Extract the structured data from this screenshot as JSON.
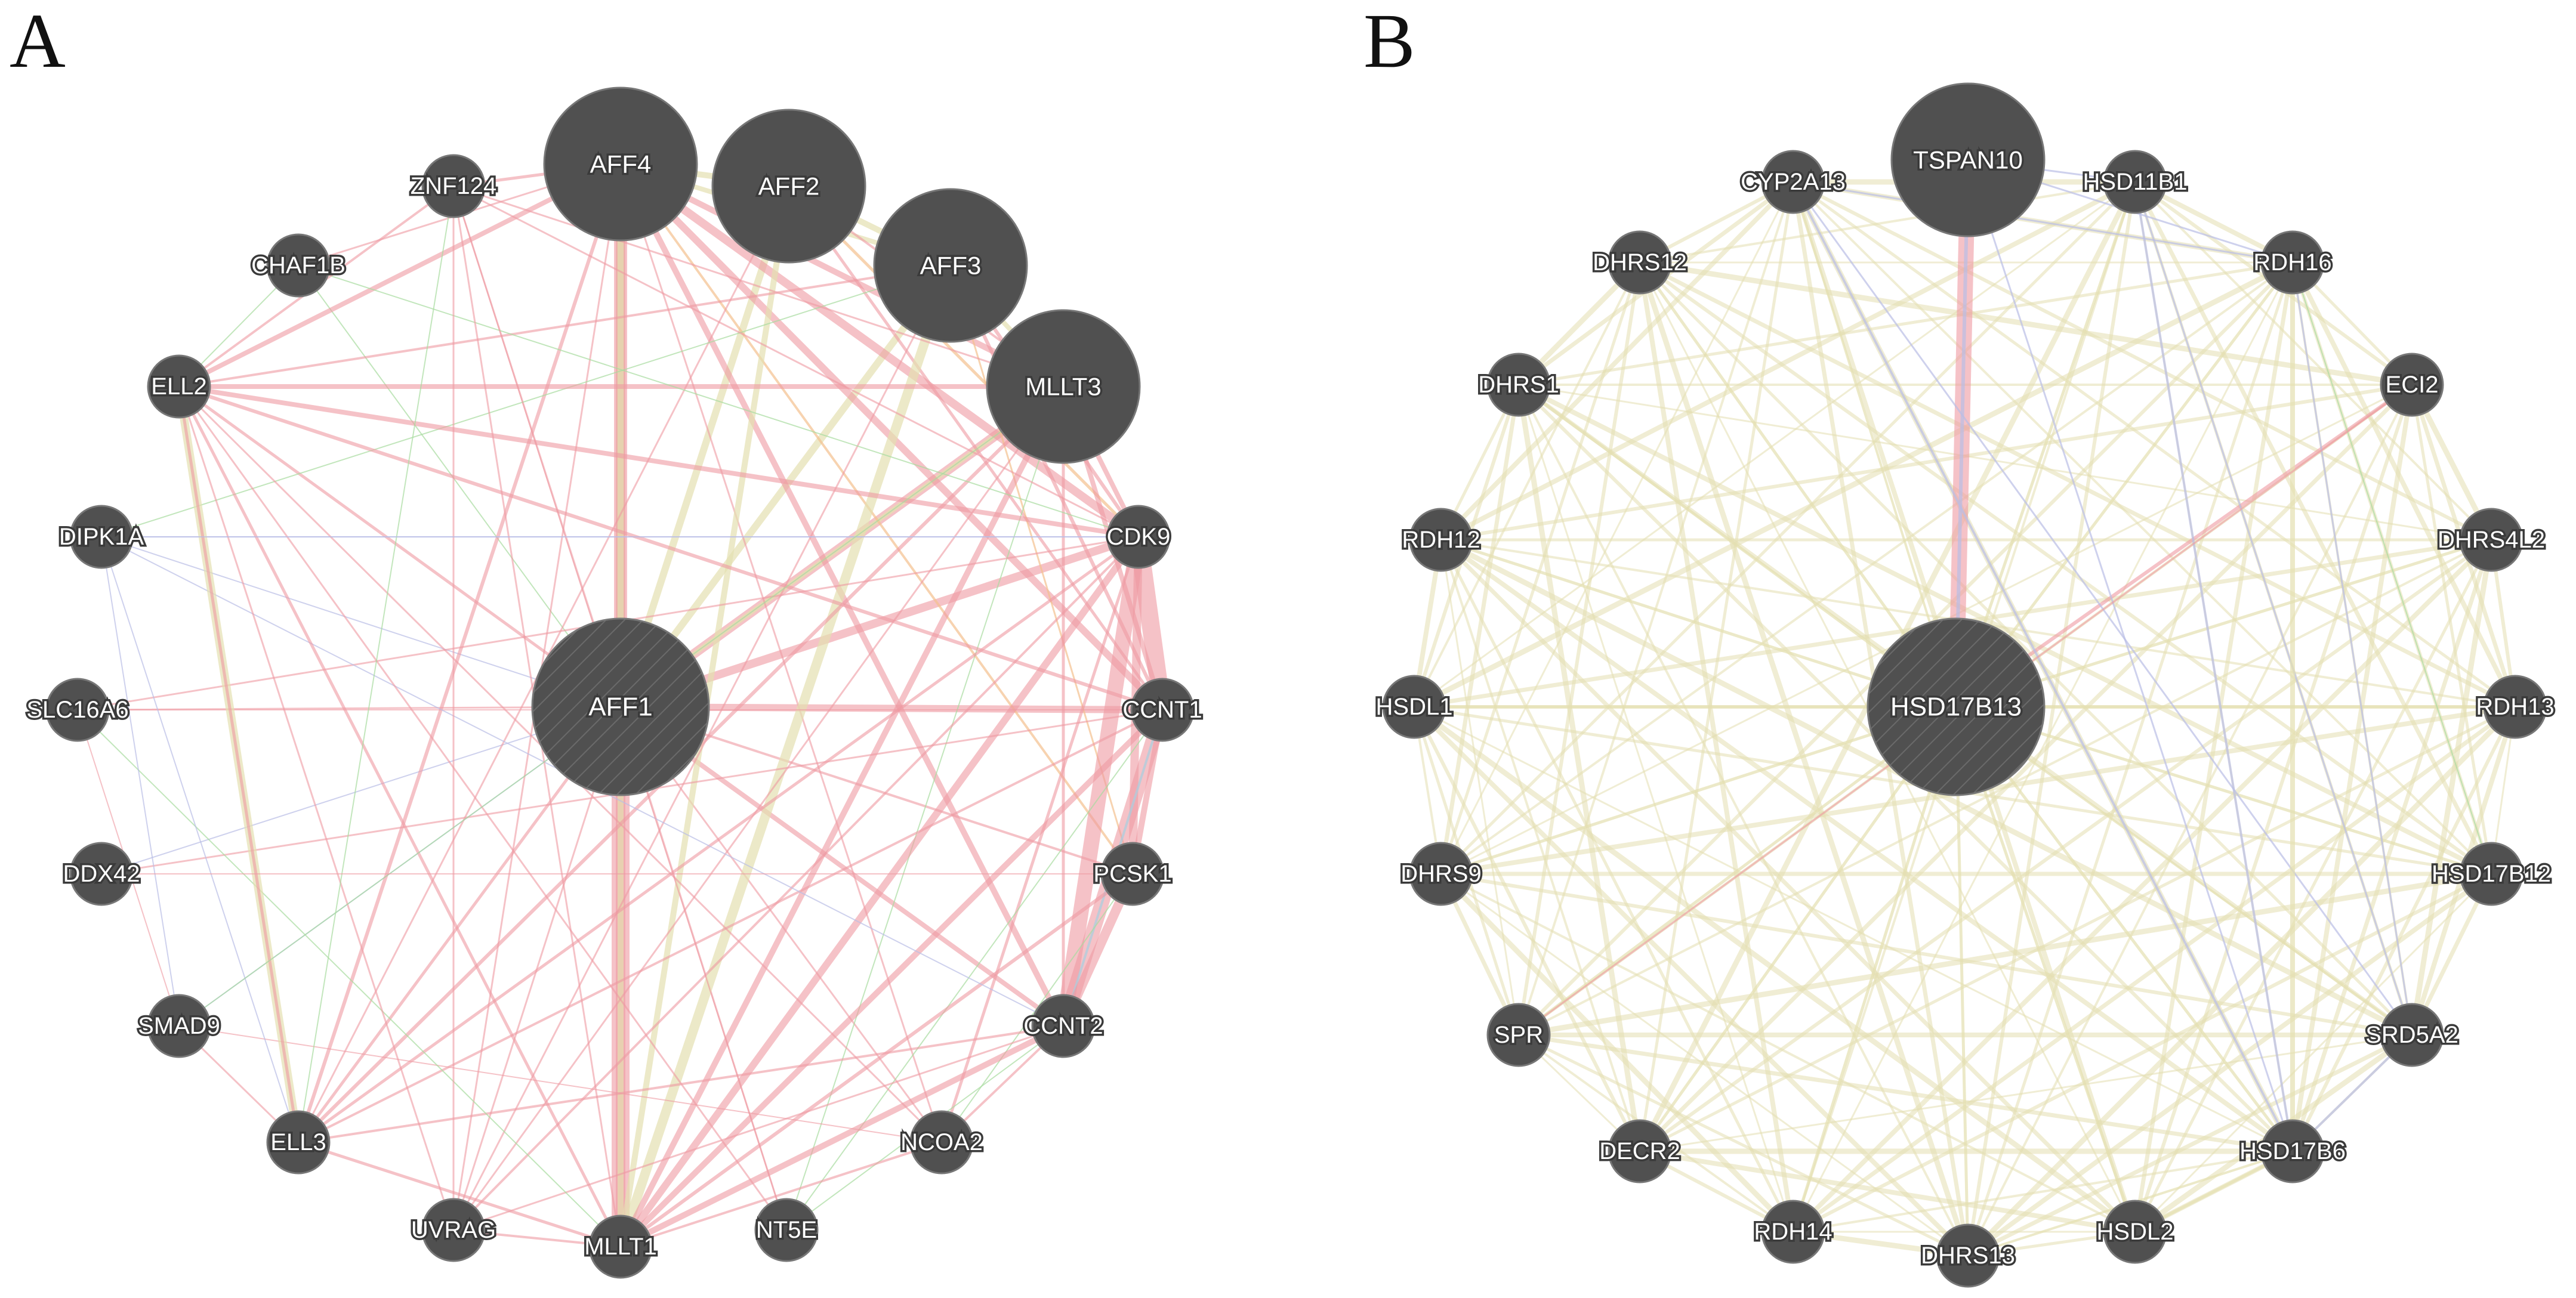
{
  "colors": {
    "node_fill": "#505050",
    "edge_physical": "#ee9aa2",
    "edge_coexpression": "#e4dfb0",
    "edge_shared_domain": "#e8ddb0",
    "edge_predicted": "#f3c08f",
    "edge_genetic": "#a8dca0",
    "edge_pathway": "#b9bde6",
    "edge_colocalization": "#a8cfe0"
  },
  "panels": [
    {
      "letter": "A",
      "center_gene": "AFF1",
      "nodes": [
        {
          "id": "AFF1",
          "label": "AFF1",
          "size": "query"
        },
        {
          "id": "AFF4",
          "label": "AFF4",
          "size": "large"
        },
        {
          "id": "AFF2",
          "label": "AFF2",
          "size": "large"
        },
        {
          "id": "AFF3",
          "label": "AFF3",
          "size": "large"
        },
        {
          "id": "MLLT3",
          "label": "MLLT3",
          "size": "large"
        },
        {
          "id": "CDK9",
          "label": "CDK9",
          "size": "small"
        },
        {
          "id": "CCNT1",
          "label": "CCNT1",
          "size": "small"
        },
        {
          "id": "PCSK1",
          "label": "PCSK1",
          "size": "small"
        },
        {
          "id": "CCNT2",
          "label": "CCNT2",
          "size": "small"
        },
        {
          "id": "NCOA2",
          "label": "NCOA2",
          "size": "small"
        },
        {
          "id": "NT5E",
          "label": "NT5E",
          "size": "small"
        },
        {
          "id": "MLLT1",
          "label": "MLLT1",
          "size": "small"
        },
        {
          "id": "UVRAG",
          "label": "UVRAG",
          "size": "small"
        },
        {
          "id": "ELL3",
          "label": "ELL3",
          "size": "small"
        },
        {
          "id": "SMAD9",
          "label": "SMAD9",
          "size": "small"
        },
        {
          "id": "DDX42",
          "label": "DDX42",
          "size": "small"
        },
        {
          "id": "SLC16A6",
          "label": "SLC16A6",
          "size": "small"
        },
        {
          "id": "DIPK1A",
          "label": "DIPK1A",
          "size": "small"
        },
        {
          "id": "ELL2",
          "label": "ELL2",
          "size": "small"
        },
        {
          "id": "CHAF1B",
          "label": "CHAF1B",
          "size": "small"
        },
        {
          "id": "ZNF124",
          "label": "ZNF124",
          "size": "small"
        }
      ],
      "edges": [
        [
          "AFF1",
          "MLLT1",
          "physical",
          30
        ],
        [
          "AFF1",
          "AFF4",
          "physical",
          22
        ],
        [
          "AFF1",
          "MLLT3",
          "physical",
          16
        ],
        [
          "AFF1",
          "CDK9",
          "physical",
          14
        ],
        [
          "AFF1",
          "CCNT1",
          "physical",
          12
        ],
        [
          "AFF1",
          "AFF4",
          "coexpression",
          14
        ],
        [
          "AFF1",
          "AFF2",
          "coexpression",
          12
        ],
        [
          "AFF1",
          "AFF3",
          "coexpression",
          12
        ],
        [
          "AFF1",
          "MLLT3",
          "coexpression",
          8
        ],
        [
          "AFF1",
          "CCNT2",
          "physical",
          8
        ],
        [
          "AFF1",
          "PCSK1",
          "physical",
          4
        ],
        [
          "AFF1",
          "ELL2",
          "physical",
          5
        ],
        [
          "AFF1",
          "ELL3",
          "physical",
          5
        ],
        [
          "AFF1",
          "UVRAG",
          "physical",
          3
        ],
        [
          "AFF1",
          "NT5E",
          "physical",
          3
        ],
        [
          "AFF1",
          "NCOA2",
          "physical",
          3
        ],
        [
          "AFF1",
          "SMAD9",
          "pathway",
          2
        ],
        [
          "AFF1",
          "DDX42",
          "pathway",
          2
        ],
        [
          "AFF1",
          "SLC16A6",
          "physical",
          3
        ],
        [
          "AFF1",
          "DIPK1A",
          "pathway",
          2
        ],
        [
          "AFF1",
          "CHAF1B",
          "genetic",
          2
        ],
        [
          "AFF1",
          "ZNF124",
          "physical",
          3
        ],
        [
          "AFF4",
          "MLLT1",
          "physical",
          16
        ],
        [
          "AFF4",
          "CDK9",
          "physical",
          14
        ],
        [
          "AFF4",
          "CCNT1",
          "physical",
          12
        ],
        [
          "AFF4",
          "CCNT2",
          "physical",
          10
        ],
        [
          "AFF4",
          "MLLT3",
          "physical",
          10
        ],
        [
          "AFF4",
          "ELL2",
          "physical",
          8
        ],
        [
          "AFF4",
          "ELL3",
          "physical",
          6
        ],
        [
          "AFF4",
          "AFF2",
          "coexpression",
          10
        ],
        [
          "AFF4",
          "AFF3",
          "coexpression",
          8
        ],
        [
          "AFF4",
          "MLLT1",
          "coexpression",
          10
        ],
        [
          "AFF4",
          "ZNF124",
          "physical",
          5
        ],
        [
          "AFF4",
          "CHAF1B",
          "physical",
          3
        ],
        [
          "AFF4",
          "PCSK1",
          "predicted",
          4
        ],
        [
          "AFF4",
          "NCOA2",
          "physical",
          3
        ],
        [
          "AFF4",
          "UVRAG",
          "physical",
          3
        ],
        [
          "AFF2",
          "MLLT1",
          "coexpression",
          10
        ],
        [
          "AFF2",
          "AFF3",
          "coexpression",
          10
        ],
        [
          "AFF2",
          "CDK9",
          "predicted",
          5
        ],
        [
          "AFF2",
          "CCNT1",
          "physical",
          5
        ],
        [
          "AFF2",
          "MLLT3",
          "physical",
          4
        ],
        [
          "AFF2",
          "ELL3",
          "physical",
          3
        ],
        [
          "AFF3",
          "MLLT1",
          "coexpression",
          16
        ],
        [
          "AFF3",
          "MLLT3",
          "coexpression",
          8
        ],
        [
          "AFF3",
          "CDK9",
          "physical",
          6
        ],
        [
          "AFF3",
          "CCNT1",
          "physical",
          6
        ],
        [
          "AFF3",
          "ELL2",
          "physical",
          4
        ],
        [
          "AFF3",
          "DIPK1A",
          "genetic",
          2
        ],
        [
          "AFF3",
          "UVRAG",
          "physical",
          3
        ],
        [
          "AFF3",
          "PCSK1",
          "predicted",
          3
        ],
        [
          "MLLT3",
          "CDK9",
          "physical",
          8
        ],
        [
          "MLLT3",
          "CCNT1",
          "physical",
          8
        ],
        [
          "MLLT3",
          "ELL2",
          "physical",
          8
        ],
        [
          "MLLT3",
          "MLLT1",
          "physical",
          10
        ],
        [
          "MLLT3",
          "ELL3",
          "physical",
          6
        ],
        [
          "MLLT3",
          "UVRAG",
          "physical",
          3
        ],
        [
          "MLLT3",
          "CCNT2",
          "physical",
          5
        ],
        [
          "MLLT3",
          "NT5E",
          "genetic",
          2
        ],
        [
          "MLLT3",
          "ZNF124",
          "physical",
          3
        ],
        [
          "CDK9",
          "CCNT1",
          "physical",
          30
        ],
        [
          "CDK9",
          "CCNT2",
          "physical",
          26
        ],
        [
          "CDK9",
          "PCSK1",
          "physical",
          14
        ],
        [
          "CDK9",
          "MLLT1",
          "physical",
          12
        ],
        [
          "CDK9",
          "ELL2",
          "physical",
          8
        ],
        [
          "CDK9",
          "ELL3",
          "physical",
          5
        ],
        [
          "CDK9",
          "UVRAG",
          "physical",
          4
        ],
        [
          "CDK9",
          "NCOA2",
          "physical",
          5
        ],
        [
          "CDK9",
          "SLC16A6",
          "physical",
          3
        ],
        [
          "CDK9",
          "DIPK1A",
          "pathway",
          2
        ],
        [
          "CDK9",
          "ZNF124",
          "physical",
          3
        ],
        [
          "CDK9",
          "CHAF1B",
          "genetic",
          2
        ],
        [
          "CCNT1",
          "CCNT2",
          "physical",
          24
        ],
        [
          "CCNT1",
          "PCSK1",
          "physical",
          10
        ],
        [
          "CCNT1",
          "MLLT1",
          "physical",
          10
        ],
        [
          "CCNT1",
          "ELL2",
          "physical",
          6
        ],
        [
          "CCNT1",
          "ELL3",
          "physical",
          4
        ],
        [
          "CCNT1",
          "NT5E",
          "genetic",
          2
        ],
        [
          "CCNT1",
          "CCNT2",
          "colocalization",
          4
        ],
        [
          "CCNT1",
          "SLC16A6",
          "physical",
          2
        ],
        [
          "CCNT1",
          "DDX42",
          "physical",
          3
        ],
        [
          "PCSK1",
          "CCNT2",
          "physical",
          16
        ],
        [
          "PCSK1",
          "MLLT1",
          "physical",
          6
        ],
        [
          "PCSK1",
          "NCOA2",
          "genetic",
          2
        ],
        [
          "CCNT2",
          "MLLT1",
          "physical",
          10
        ],
        [
          "CCNT2",
          "NCOA2",
          "physical",
          4
        ],
        [
          "CCNT2",
          "NT5E",
          "genetic",
          2
        ],
        [
          "CCNT2",
          "ELL3",
          "physical",
          4
        ],
        [
          "CCNT2",
          "UVRAG",
          "physical",
          3
        ],
        [
          "CCNT2",
          "DIPK1A",
          "pathway",
          2
        ],
        [
          "NCOA2",
          "MLLT1",
          "physical",
          4
        ],
        [
          "NCOA2",
          "ELL2",
          "physical",
          3
        ],
        [
          "NCOA2",
          "SMAD9",
          "physical",
          2
        ],
        [
          "NT5E",
          "ELL2",
          "physical",
          3
        ],
        [
          "NT5E",
          "ZNF124",
          "physical",
          2
        ],
        [
          "MLLT1",
          "ELL3",
          "physical",
          5
        ],
        [
          "MLLT1",
          "UVRAG",
          "physical",
          4
        ],
        [
          "MLLT1",
          "ELL2",
          "physical",
          5
        ],
        [
          "MLLT1",
          "ZNF124",
          "physical",
          3
        ],
        [
          "MLLT1",
          "SLC16A6",
          "genetic",
          2
        ],
        [
          "UVRAG",
          "ELL2",
          "physical",
          3
        ],
        [
          "UVRAG",
          "ZNF124",
          "physical",
          3
        ],
        [
          "ELL3",
          "ELL2",
          "coexpression",
          14
        ],
        [
          "ELL3",
          "ELL2",
          "physical",
          5
        ],
        [
          "ELL3",
          "SMAD9",
          "physical",
          3
        ],
        [
          "ELL3",
          "DIPK1A",
          "pathway",
          2
        ],
        [
          "ELL3",
          "ZNF124",
          "genetic",
          2
        ],
        [
          "DIPK1A",
          "CDK9",
          "pathway",
          2
        ],
        [
          "DIPK1A",
          "SMAD9",
          "pathway",
          2
        ],
        [
          "SLC16A6",
          "SMAD9",
          "physical",
          2
        ],
        [
          "ELL2",
          "ZNF124",
          "physical",
          4
        ],
        [
          "ELL2",
          "CHAF1B",
          "genetic",
          2
        ],
        [
          "SMAD9",
          "MLLT3",
          "genetic",
          2
        ],
        [
          "DDX42",
          "PCSK1",
          "physical",
          2
        ]
      ]
    },
    {
      "letter": "B",
      "center_gene": "HSD17B13",
      "nodes": [
        {
          "id": "HSD17B13",
          "label": "HSD17B13",
          "size": "query"
        },
        {
          "id": "TSPAN10",
          "label": "TSPAN10",
          "size": "large"
        },
        {
          "id": "HSD11B1",
          "label": "HSD11B1",
          "size": "small"
        },
        {
          "id": "RDH16",
          "label": "RDH16",
          "size": "small"
        },
        {
          "id": "ECI2",
          "label": "ECI2",
          "size": "small"
        },
        {
          "id": "DHRS4L2",
          "label": "DHRS4L2",
          "size": "small"
        },
        {
          "id": "RDH13",
          "label": "RDH13",
          "size": "small"
        },
        {
          "id": "HSD17B12",
          "label": "HSD17B12",
          "size": "small"
        },
        {
          "id": "SRD5A2",
          "label": "SRD5A2",
          "size": "small"
        },
        {
          "id": "HSD17B6",
          "label": "HSD17B6",
          "size": "small"
        },
        {
          "id": "HSDL2",
          "label": "HSDL2",
          "size": "small"
        },
        {
          "id": "DHRS13",
          "label": "DHRS13",
          "size": "small"
        },
        {
          "id": "RDH14",
          "label": "RDH14",
          "size": "small"
        },
        {
          "id": "DECR2",
          "label": "DECR2",
          "size": "small"
        },
        {
          "id": "SPR",
          "label": "SPR",
          "size": "small"
        },
        {
          "id": "DHRS9",
          "label": "DHRS9",
          "size": "small"
        },
        {
          "id": "HSDL1",
          "label": "HSDL1",
          "size": "small"
        },
        {
          "id": "RDH12",
          "label": "RDH12",
          "size": "small"
        },
        {
          "id": "DHRS1",
          "label": "DHRS1",
          "size": "small"
        },
        {
          "id": "DHRS12",
          "label": "DHRS12",
          "size": "small"
        },
        {
          "id": "CYP2A13",
          "label": "CYP2A13",
          "size": "small"
        }
      ],
      "edges": [
        [
          "HSD17B13",
          "TSPAN10",
          "physical",
          26
        ],
        [
          "HSD17B13",
          "TSPAN10",
          "pathway",
          6
        ],
        [
          "HSD17B13",
          "ECI2",
          "physical",
          6
        ],
        [
          "HSD17B13",
          "HSD11B1",
          "coexpression",
          5
        ],
        [
          "HSD17B13",
          "RDH16",
          "coexpression",
          5
        ],
        [
          "HSD17B13",
          "DHRS4L2",
          "coexpression",
          5
        ],
        [
          "HSD17B13",
          "RDH13",
          "coexpression",
          5
        ],
        [
          "HSD17B13",
          "HSD17B12",
          "coexpression",
          5
        ],
        [
          "HSD17B13",
          "SRD5A2",
          "coexpression",
          4
        ],
        [
          "HSD17B13",
          "HSD17B6",
          "coexpression",
          5
        ],
        [
          "HSD17B13",
          "HSDL2",
          "coexpression",
          5
        ],
        [
          "HSD17B13",
          "DHRS13",
          "coexpression",
          5
        ],
        [
          "HSD17B13",
          "RDH14",
          "coexpression",
          5
        ],
        [
          "HSD17B13",
          "DECR2",
          "coexpression",
          5
        ],
        [
          "HSD17B13",
          "SPR",
          "coexpression",
          5
        ],
        [
          "HSD17B13",
          "DHRS9",
          "coexpression",
          5
        ],
        [
          "HSD17B13",
          "HSDL1",
          "coexpression",
          5
        ],
        [
          "HSD17B13",
          "RDH12",
          "coexpression",
          5
        ],
        [
          "HSD17B13",
          "DHRS1",
          "coexpression",
          5
        ],
        [
          "HSD17B13",
          "DHRS12",
          "coexpression",
          5
        ],
        [
          "HSD17B13",
          "CYP2A13",
          "coexpression",
          4
        ],
        [
          "TSPAN10",
          "HSD11B1",
          "pathway",
          3
        ],
        [
          "TSPAN10",
          "RDH16",
          "pathway",
          3
        ],
        [
          "TSPAN10",
          "HSD17B6",
          "pathway",
          3
        ],
        [
          "CYP2A13",
          "HSD17B6",
          "pathway",
          4
        ],
        [
          "CYP2A13",
          "SRD5A2",
          "pathway",
          3
        ],
        [
          "CYP2A13",
          "RDH16",
          "pathway",
          3
        ],
        [
          "HSD11B1",
          "HSD17B6",
          "pathway",
          4
        ],
        [
          "HSD11B1",
          "SRD5A2",
          "pathway",
          3
        ],
        [
          "RDH16",
          "HSD17B6",
          "coexpression",
          8
        ],
        [
          "RDH16",
          "SRD5A2",
          "pathway",
          3
        ],
        [
          "RDH16",
          "HSD17B12",
          "genetic",
          2
        ],
        [
          "ECI2",
          "SPR",
          "physical",
          3
        ],
        [
          "HSD17B6",
          "SRD5A2",
          "pathway",
          4
        ],
        [
          "HSD17B6",
          "HSDL2",
          "coexpression",
          5
        ],
        [
          "HSD17B6",
          "DHRS13",
          "coexpression",
          4
        ]
      ],
      "dense_mesh_type": "coexpression"
    }
  ]
}
